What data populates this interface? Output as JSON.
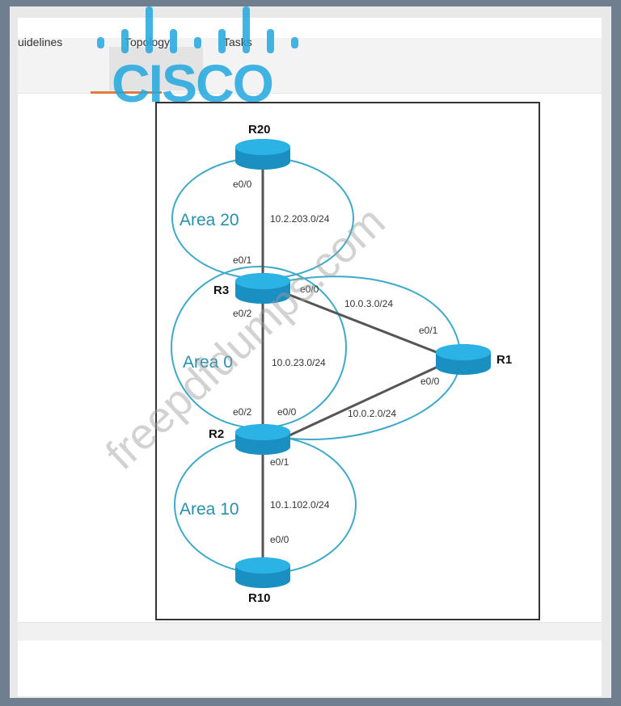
{
  "tabs": [
    {
      "label": "uidelines",
      "active": false
    },
    {
      "label": "Topology",
      "active": true
    },
    {
      "label": "Tasks",
      "active": false
    }
  ],
  "logo": {
    "text": "CISCO",
    "color": "#22a8df"
  },
  "topology": {
    "routers": [
      {
        "id": "R20",
        "label": "R20"
      },
      {
        "id": "R3",
        "label": "R3"
      },
      {
        "id": "R1",
        "label": "R1"
      },
      {
        "id": "R2",
        "label": "R2"
      },
      {
        "id": "R10",
        "label": "R10"
      }
    ],
    "areas": [
      {
        "label": "Area 20"
      },
      {
        "label": "Area 0"
      },
      {
        "label": "Area 10"
      }
    ],
    "links": [
      {
        "subnet": "10.2.203.0/24",
        "if_a": "e0/0",
        "if_b": "e0/1"
      },
      {
        "subnet": "10.0.3.0/24",
        "if_a": "e0/0",
        "if_b": "e0/1"
      },
      {
        "subnet": "10.0.23.0/24",
        "if_a": "e0/2",
        "if_b": "e0/2"
      },
      {
        "subnet": "10.0.2.0/24",
        "if_a": "e0/0",
        "if_b": "e0/0"
      },
      {
        "subnet": "10.1.102.0/24",
        "if_a": "e0/1",
        "if_b": "e0/0"
      }
    ]
  },
  "watermark": "freepdfdumps.com",
  "colors": {
    "router": "#1fa1d6",
    "area_outline": "#3fa9c8",
    "link": "#555555",
    "accent": "#e07b3d"
  }
}
